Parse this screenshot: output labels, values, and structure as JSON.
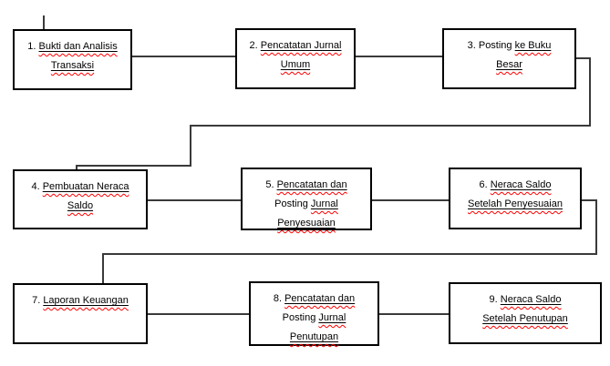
{
  "colors": {
    "background": "#ffffff",
    "box_border": "#000000",
    "text": "#000000",
    "underline": "#000000",
    "spellcheck_wavy": "#ff0000",
    "connector": "#3a3a3a"
  },
  "flowchart": {
    "boxes": [
      {
        "id": 1,
        "label": "1. Bukti dan Analisis Transaksi",
        "lines": [
          [
            {
              "t": "1. ",
              "u": false
            },
            {
              "t": "Bukti dan Analisis",
              "u": true
            }
          ],
          [
            {
              "t": "Transaksi",
              "u": true
            }
          ]
        ]
      },
      {
        "id": 2,
        "label": "2. Pencatatan Jurnal Umum",
        "lines": [
          [
            {
              "t": "2. ",
              "u": false
            },
            {
              "t": "Pencatatan Jurnal",
              "u": true
            }
          ],
          [
            {
              "t": "Umum",
              "u": true
            }
          ]
        ]
      },
      {
        "id": 3,
        "label": "3. Posting ke Buku Besar",
        "lines": [
          [
            {
              "t": "3. Posting ",
              "u": false
            },
            {
              "t": "ke Buku",
              "u": true
            }
          ],
          [
            {
              "t": "Besar",
              "u": true
            }
          ]
        ]
      },
      {
        "id": 4,
        "label": "4. Pembuatan Neraca Saldo",
        "lines": [
          [
            {
              "t": "4. ",
              "u": false
            },
            {
              "t": "Pembuatan Neraca",
              "u": true
            }
          ],
          [
            {
              "t": "Saldo",
              "u": true
            }
          ]
        ]
      },
      {
        "id": 5,
        "label": "5. Pencatatan dan Posting Jurnal Penyesuaian",
        "lines": [
          [
            {
              "t": "5. ",
              "u": false
            },
            {
              "t": "Pencatatan dan",
              "u": true
            }
          ],
          [
            {
              "t": "Posting ",
              "u": false
            },
            {
              "t": "Jurnal",
              "u": true
            }
          ],
          [
            {
              "t": "Penyesuaian",
              "u": true
            }
          ]
        ]
      },
      {
        "id": 6,
        "label": "6. Neraca Saldo Setelah Penyesuaian",
        "lines": [
          [
            {
              "t": "6. ",
              "u": false
            },
            {
              "t": "Neraca Saldo",
              "u": true
            }
          ],
          [
            {
              "t": "Setelah Penyesuaian",
              "u": true
            }
          ]
        ]
      },
      {
        "id": 7,
        "label": "7. Laporan Keuangan",
        "lines": [
          [
            {
              "t": "7. ",
              "u": false
            },
            {
              "t": "Laporan Keuangan",
              "u": true
            }
          ]
        ]
      },
      {
        "id": 8,
        "label": "8. Pencatatan dan Posting Jurnal Penutupan",
        "lines": [
          [
            {
              "t": "8. ",
              "u": false
            },
            {
              "t": "Pencatatan dan",
              "u": true
            }
          ],
          [
            {
              "t": "Posting ",
              "u": false
            },
            {
              "t": "Jurnal",
              "u": true
            }
          ],
          [
            {
              "t": "Penutupan",
              "u": true
            }
          ]
        ]
      },
      {
        "id": 9,
        "label": "9. Neraca Saldo Setelah Penutupan",
        "lines": [
          [
            {
              "t": "9. ",
              "u": false
            },
            {
              "t": "Neraca Saldo",
              "u": true
            }
          ],
          [
            {
              "t": "Setelah Penutupan",
              "u": true
            }
          ]
        ]
      }
    ],
    "edges": [
      {
        "from": 1,
        "to": 2
      },
      {
        "from": 2,
        "to": 3
      },
      {
        "from": 3,
        "to": 4
      },
      {
        "from": 4,
        "to": 5
      },
      {
        "from": 5,
        "to": 6
      },
      {
        "from": 6,
        "to": 7
      },
      {
        "from": 7,
        "to": 8
      },
      {
        "from": 8,
        "to": 9
      }
    ]
  }
}
